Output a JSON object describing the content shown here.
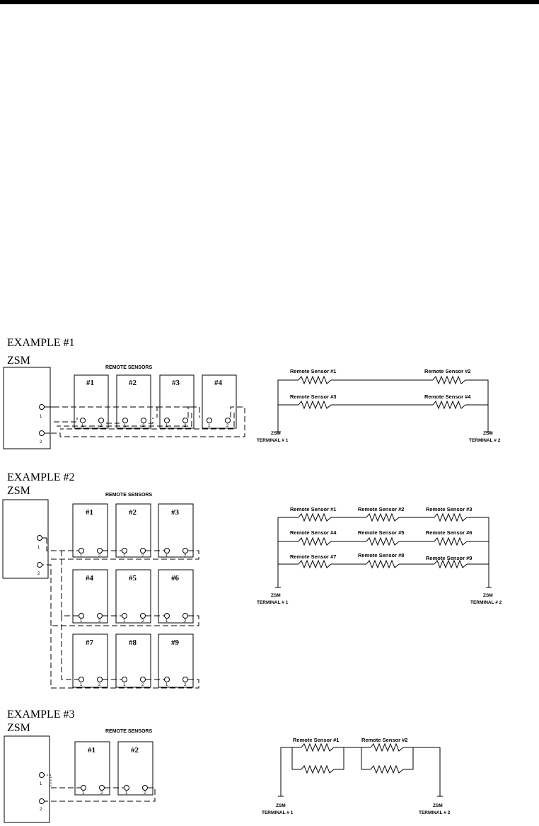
{
  "examples": [
    {
      "title": "EXAMPLE  #1",
      "zsm_label": "ZSM",
      "remote_sensors_label": "REMOTE SENSORS",
      "zsm_pins": [
        "1",
        "2"
      ],
      "sensors": [
        "#1",
        "#2",
        "#3",
        "#4"
      ],
      "sensor_pins": [
        "1",
        "2"
      ],
      "schematic": {
        "rows": [
          [
            "Remote Sensor #1",
            "Remote Sensor #2"
          ],
          [
            "Remote Sensor #3",
            "Remote Sensor #4"
          ]
        ],
        "terminal_left": [
          "ZSM",
          "TERMINAL  #  1"
        ],
        "terminal_right": [
          "ZSM",
          "TERMINAL  #  2"
        ]
      }
    },
    {
      "title": "EXAMPLE  #2",
      "zsm_label": "ZSM",
      "remote_sensors_label": "REMOTE SENSORS",
      "zsm_pins": [
        "1",
        "2"
      ],
      "sensors": [
        "#1",
        "#2",
        "#3",
        "#4",
        "#5",
        "#6",
        "#7",
        "#8",
        "#9"
      ],
      "sensor_pins": [
        "1",
        "2"
      ],
      "schematic": {
        "rows": [
          [
            "Remote Sensor #1",
            "Remote Sensor #2",
            "Remote Sensor #3"
          ],
          [
            "Remote Sensor #4",
            "Remote Sensor #5",
            "Remote Sensor #6"
          ],
          [
            "Remote Sensor #7",
            "Remote Sensor #8",
            "Remote Sensor #9"
          ]
        ],
        "terminal_left": [
          "ZSM",
          "TERMINAL  #  1"
        ],
        "terminal_right": [
          "ZSM",
          "TERMINAL  #  2"
        ]
      }
    },
    {
      "title": "EXAMPLE  #3",
      "zsm_label": "ZSM",
      "remote_sensors_label": "REMOTE SENSORS",
      "zsm_pins": [
        "1",
        "2"
      ],
      "sensors": [
        "#1",
        "#2"
      ],
      "sensor_pins": [
        "1",
        "2"
      ],
      "schematic": {
        "rows": [
          [
            "Remote Sensor #1",
            "Remote Sensor #2"
          ]
        ],
        "terminal_left": [
          "ZSM",
          "TERMINAL  #  1"
        ],
        "terminal_right": [
          "ZSM",
          "TERMINAL  #  2"
        ]
      }
    }
  ]
}
